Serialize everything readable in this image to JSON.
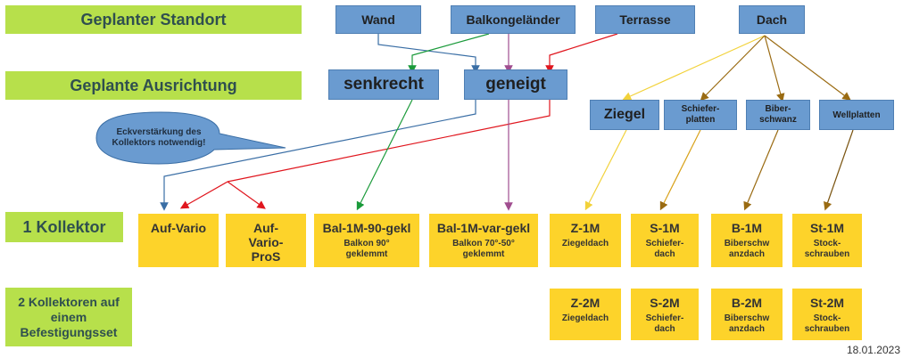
{
  "row_labels": {
    "standort": "Geplanter Standort",
    "ausrichtung": "Geplante Ausrichtung",
    "kollektor1": "1 Kollektor",
    "kollektor2": "2 Kollektoren auf einem Befestigungsset"
  },
  "standorte": {
    "wand": "Wand",
    "balkon": "Balkongeländer",
    "terrasse": "Terrasse",
    "dach": "Dach"
  },
  "ausrichtung": {
    "senkrecht": "senkrecht",
    "geneigt": "geneigt"
  },
  "dacharten": {
    "ziegel": "Ziegel",
    "schiefer": "Schiefer-platten",
    "biber": "Biber-schwanz",
    "well": "Wellplatten"
  },
  "callout": "Eckverstärkung des Kollektors notwendig!",
  "kollektor1": {
    "aufvario": {
      "title": "Auf-Vario",
      "sub": ""
    },
    "aufvariopros": {
      "title": "Auf-Vario-ProS",
      "sub": ""
    },
    "bal90": {
      "title": "Bal-1M-90-gekl",
      "sub": "Balkon 90° geklemmt"
    },
    "balvar": {
      "title": "Bal-1M-var-gekl",
      "sub": "Balkon 70°-50° geklemmt"
    },
    "z1m": {
      "title": "Z-1M",
      "sub": "Ziegeldach"
    },
    "s1m": {
      "title": "S-1M",
      "sub": "Schiefer-dach"
    },
    "b1m": {
      "title": "B-1M",
      "sub": "Biberschw anzdach"
    },
    "st1m": {
      "title": "St-1M",
      "sub": "Stock-schrauben"
    }
  },
  "kollektor2": {
    "z2m": {
      "title": "Z-2M",
      "sub": "Ziegeldach"
    },
    "s2m": {
      "title": "S-2M",
      "sub": "Schiefer-dach"
    },
    "b2m": {
      "title": "B-2M",
      "sub": "Biberschw anzdach"
    },
    "st2m": {
      "title": "St-2M",
      "sub": "Stock-schrauben"
    }
  },
  "date": "18.01.2023",
  "colors": {
    "label_green": "#b7e04b",
    "box_blue": "#6a9bd0",
    "box_gold": "#fdd32a",
    "wire_blue": "#3a6ea5",
    "wire_green": "#1a9a3a",
    "wire_purple": "#a04d8f",
    "wire_red": "#e0161e",
    "wire_yellow": "#f2d23a",
    "wire_brown": "#9a6b12"
  }
}
